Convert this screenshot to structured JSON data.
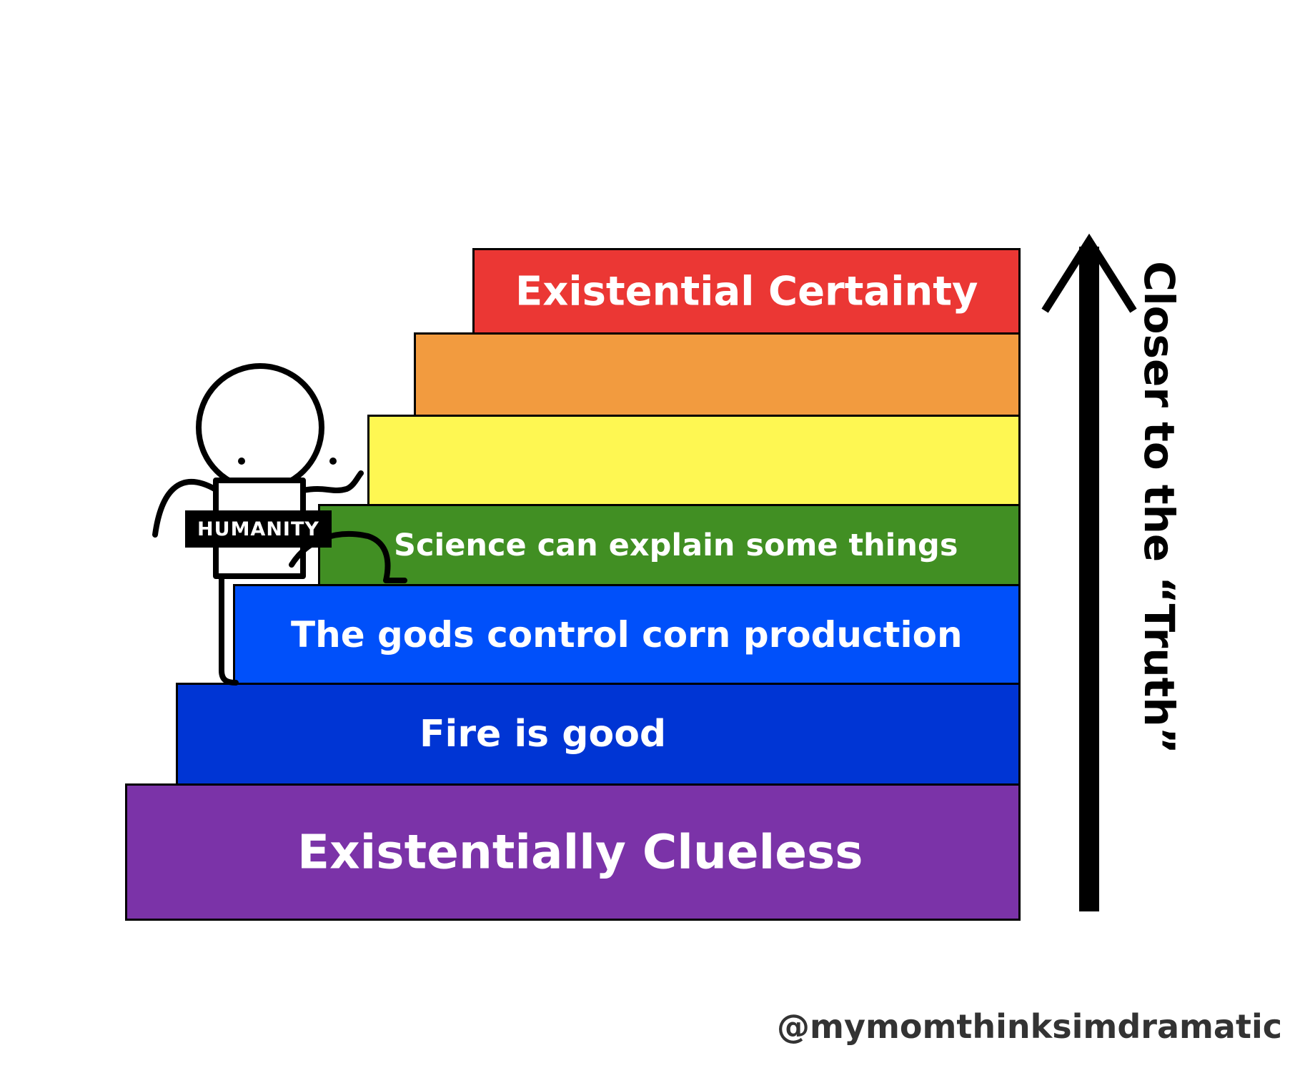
{
  "steps": [
    {
      "label": "Existentially Clueless",
      "color": "#7b33a8"
    },
    {
      "label": "Fire is good",
      "color": "#0035d4"
    },
    {
      "label": "The gods control corn production",
      "color": "#0050fa"
    },
    {
      "label": "Science can explain some things",
      "color": "#418f23"
    },
    {
      "label": "",
      "color": "#fef752"
    },
    {
      "label": "",
      "color": "#f29b3f"
    },
    {
      "label": "Existential Certainty",
      "color": "#eb3734"
    }
  ],
  "figure": {
    "sign_text": "HUMANITY"
  },
  "arrow": {
    "label": "Closer to the “Truth”"
  },
  "credit": "@mymomthinksimdramatic"
}
